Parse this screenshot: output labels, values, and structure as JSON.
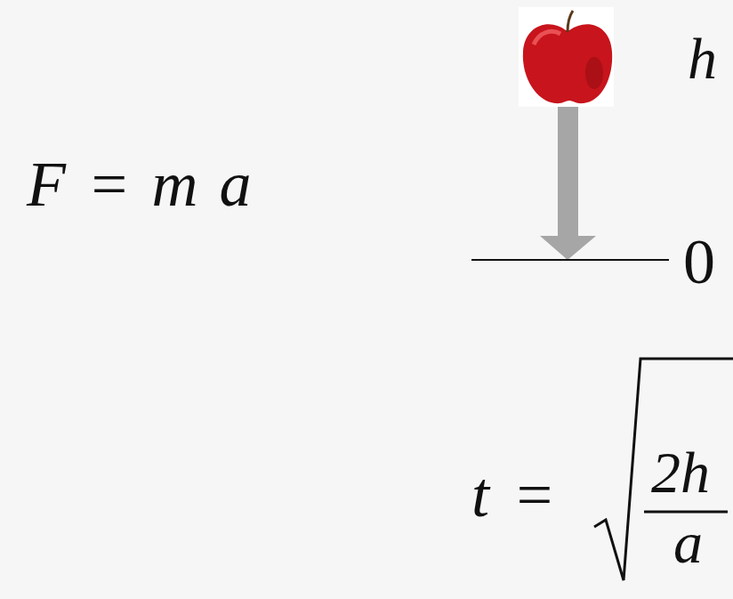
{
  "diagram": {
    "labels": [
      "F = m a",
      "h",
      "0",
      "t =",
      "2h",
      "a"
    ]
  }
}
